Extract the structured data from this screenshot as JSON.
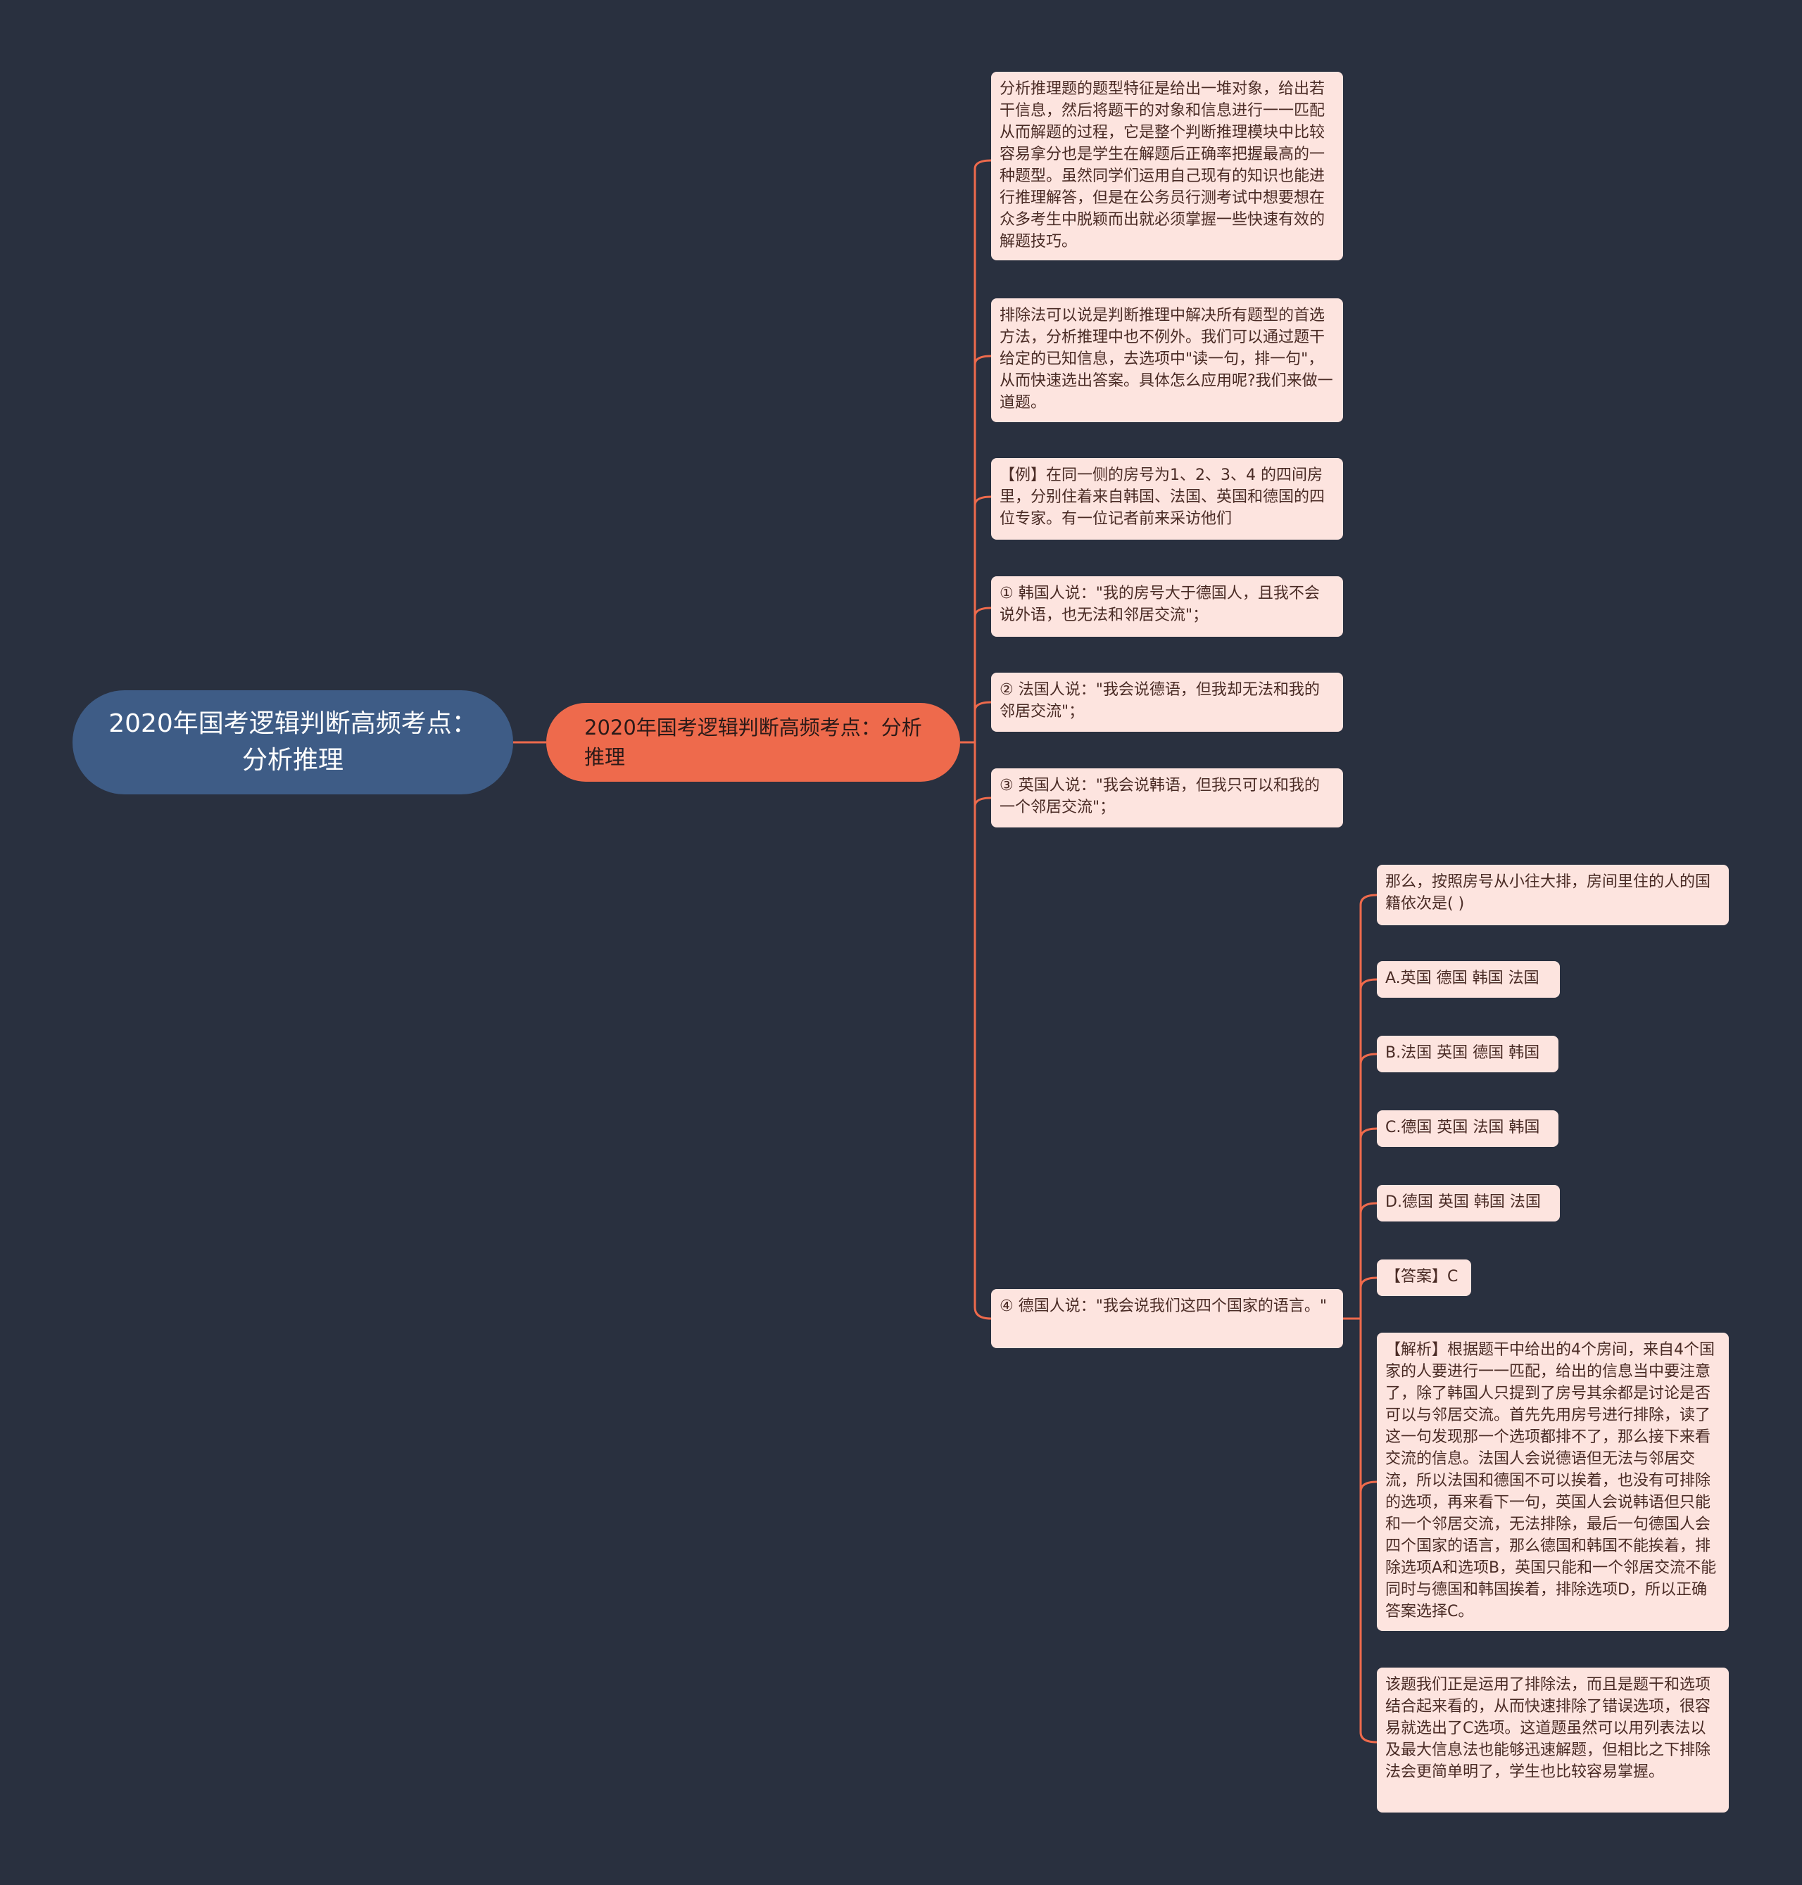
{
  "root": {
    "label": "2020年国考逻辑判断高频考点：分析推理"
  },
  "branch": {
    "label": "2020年国考逻辑判断高频考点：分析推理"
  },
  "leaves": [
    "分析推理题的题型特征是给出一堆对象，给出若干信息，然后将题干的对象和信息进行一一匹配从而解题的过程，它是整个判断推理模块中比较容易拿分也是学生在解题后正确率把握最高的一种题型。虽然同学们运用自己现有的知识也能进行推理解答，但是在公务员行测考试中想要想在众多考生中脱颖而出就必须掌握一些快速有效的解题技巧。",
    "排除法可以说是判断推理中解决所有题型的首选方法，分析推理中也不例外。我们可以通过题干给定的已知信息，去选项中\"读一句，排一句\"，从而快速选出答案。具体怎么应用呢?我们来做一道题。",
    "【例】在同一侧的房号为1、2、3、4 的四间房里，分别住着来自韩国、法国、英国和德国的四位专家。有一位记者前来采访他们",
    "① 韩国人说：\"我的房号大于德国人，且我不会说外语，也无法和邻居交流\"；",
    "② 法国人说：\"我会说德语，但我却无法和我的邻居交流\"；",
    "③ 英国人说：\"我会说韩语，但我只可以和我的一个邻居交流\"；",
    "④ 德国人说：\"我会说我们这四个国家的语言。\""
  ],
  "subleaves": [
    "那么，按照房号从小往大排，房间里住的人的国籍依次是( )",
    "A.英国 德国 韩国 法国",
    "B.法国 英国 德国 韩国",
    "C.德国 英国 法国 韩国",
    "D.德国 英国 韩国 法国",
    "【答案】C",
    "【解析】根据题干中给出的4个房间，来自4个国家的人要进行一一匹配，给出的信息当中要注意了，除了韩国人只提到了房号其余都是讨论是否可以与邻居交流。首先先用房号进行排除，读了这一句发现那一个选项都排不了，那么接下来看交流的信息。法国人会说德语但无法与邻居交流，所以法国和德国不可以挨着，也没有可排除的选项，再来看下一句，英国人会说韩语但只能和一个邻居交流，无法排除，最后一句德国人会四个国家的语言，那么德国和韩国不能挨着，排除选项A和选项B，英国只能和一个邻居交流不能同时与德国和韩国挨着，排除选项D，所以正确答案选择C。",
    "该题我们正是运用了排除法，而且是题干和选项结合起来看的，从而快速排除了错误选项，很容易就选出了C选项。这道题虽然可以用列表法以及最大信息法也能够迅速解题，但相比之下排除法会更简单明了，学生也比较容易掌握。"
  ],
  "colors": {
    "background": "#29303f",
    "root": "#3e5c86",
    "branch": "#ee6a4c",
    "leaf": "#fde4df",
    "connector": "#ee6a4c"
  }
}
